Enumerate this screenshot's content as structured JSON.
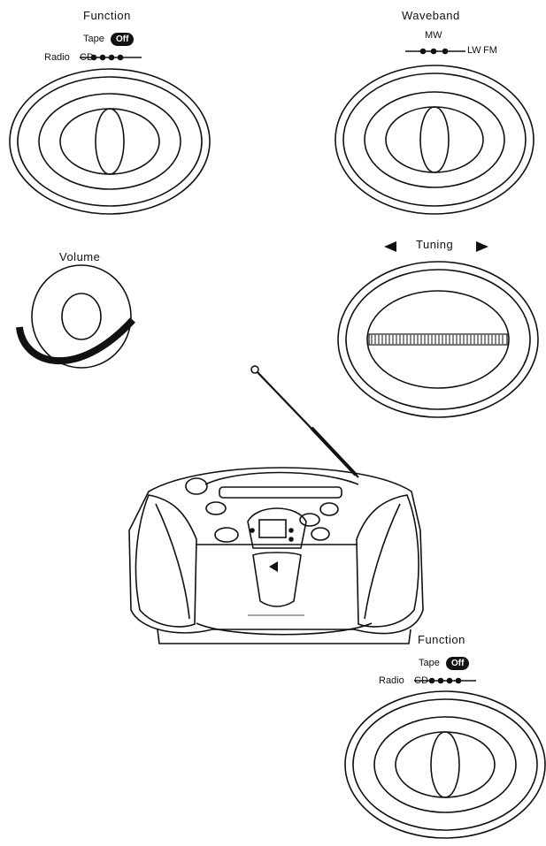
{
  "function_top": {
    "title": "Function",
    "tape_label": "Tape",
    "off_label": "Off",
    "radio_label": "Radio",
    "cd_label": "CD"
  },
  "waveband": {
    "title": "Waveband",
    "mw_label": "MW",
    "lw_label": "LW",
    "fm_label": "FM"
  },
  "volume": {
    "title": "Volume"
  },
  "tuning": {
    "title": "Tuning"
  },
  "function_bottom": {
    "title": "Function",
    "tape_label": "Tape",
    "off_label": "Off",
    "radio_label": "Radio",
    "cd_label": "CD"
  }
}
